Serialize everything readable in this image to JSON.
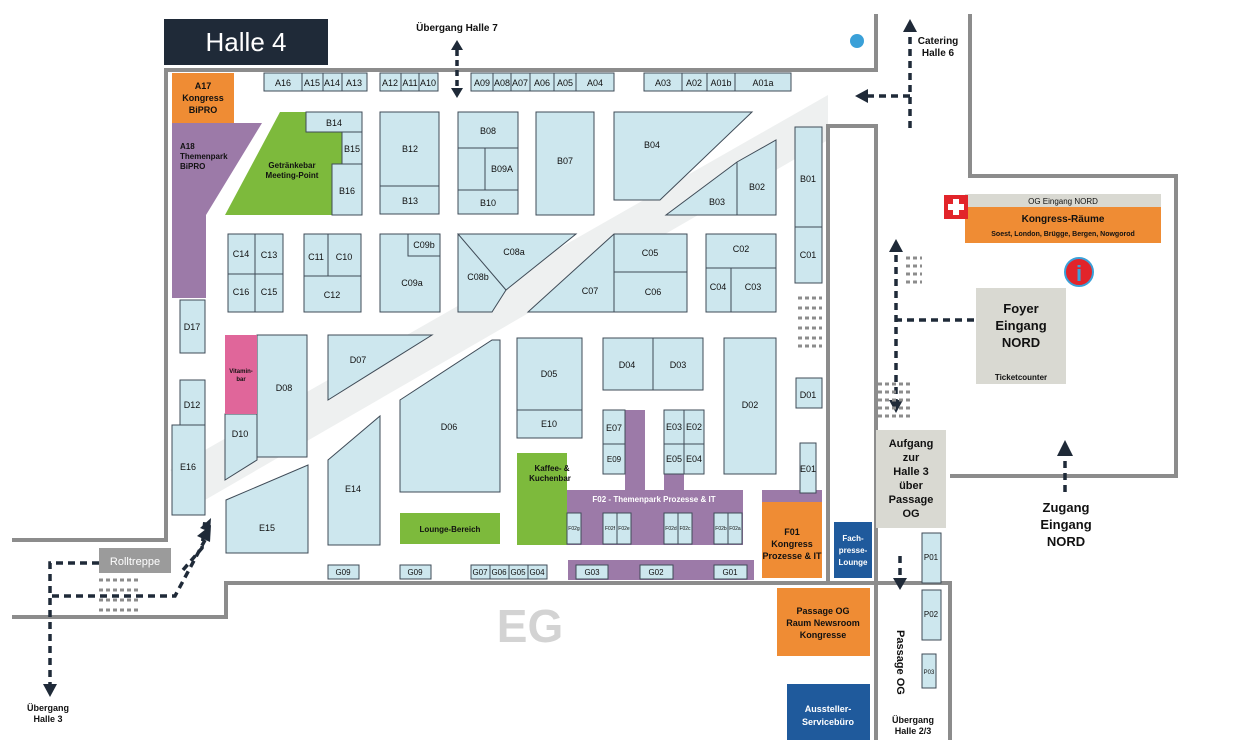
{
  "hall": {
    "title": "Halle 4",
    "floor": "EG"
  },
  "colors": {
    "booth": "#cde7ee",
    "navy": "#1f2a38",
    "purple": "#9c7aa8",
    "orange": "#ef8c34",
    "green": "#7dba3c",
    "pink": "#e0669a",
    "grey": "#d9d9d2",
    "blue": "#1f5a9c",
    "red": "#e2242a"
  },
  "labels": {
    "passage_h7": "Übergang Halle 7",
    "catering_1": "Catering",
    "catering_2": "Halle 6",
    "rolltreppe": "Rolltreppe",
    "passage_h3_1": "Übergang",
    "passage_h3_2": "Halle 3",
    "passage_og": "Passage OG",
    "passage_h23_1": "Übergang",
    "passage_h23_2": "Halle 2/3",
    "access_1": "Zugang",
    "access_2": "Eingang",
    "access_3": "NORD",
    "foyer_1": "Foyer",
    "foyer_2": "Eingang",
    "foyer_3": "NORD",
    "ticketcounter": "Ticketcounter",
    "og_entrance": "OG Eingang NORD",
    "kongress_rooms": "Kongress-Räume",
    "kongress_rooms_list": "Soest, London, Brügge, Bergen, Nowgorod",
    "aufgang_1": "Aufgang",
    "aufgang_2": "zur",
    "aufgang_3": "Halle 3",
    "aufgang_4": "über",
    "aufgang_5": "Passage",
    "aufgang_6": "OG",
    "a17_1": "A17",
    "a17_2": "Kongress",
    "a17_3": "BiPRO",
    "a18_1": "A18",
    "a18_2": "Themenpark",
    "a18_3": "BiPRO",
    "getraenke_1": "Getränkebar",
    "getraenke_2": "Meeting-Point",
    "vitamin_1": "Vitamin-",
    "vitamin_2": "bar",
    "kaffee_1": "Kaffee- &",
    "kaffee_2": "Kuchenbar",
    "lounge": "Lounge-Bereich",
    "f02_theme": "F02 - Themenpark Prozesse & IT",
    "f01_1": "F01",
    "f01_2": "Kongress",
    "f01_3": "Prozesse & IT",
    "fachpresse_1": "Fach-",
    "fachpresse_2": "presse-",
    "fachpresse_3": "Lounge",
    "passage_room_1": "Passage OG",
    "passage_room_2": "Raum Newsroom",
    "passage_room_3": "Kongresse",
    "service_1": "Aussteller-",
    "service_2": "Servicebüro",
    "info": "i"
  },
  "booths": {
    "A16": "A16",
    "A15": "A15",
    "A14": "A14",
    "A13": "A13",
    "A12": "A12",
    "A11": "A11",
    "A10": "A10",
    "A09": "A09",
    "A08": "A08",
    "A07": "A07",
    "A06": "A06",
    "A05": "A05",
    "A04": "A04",
    "A03": "A03",
    "A02": "A02",
    "A01b": "A01b",
    "A01a": "A01a",
    "B14": "B14",
    "B15": "B15",
    "B16": "B16",
    "B12": "B12",
    "B13": "B13",
    "B08": "B08",
    "B09A": "B09A",
    "B10": "B10",
    "B07": "B07",
    "B04": "B04",
    "B03": "B03",
    "B02": "B02",
    "B01": "B01",
    "C14": "C14",
    "C13": "C13",
    "C16": "C16",
    "C15": "C15",
    "C11": "C11",
    "C10": "C10",
    "C12": "C12",
    "C09b": "C09b",
    "C09a": "C09a",
    "C08a": "C08a",
    "C08b": "C08b",
    "C07": "C07",
    "C05": "C05",
    "C06": "C06",
    "C02": "C02",
    "C04": "C04",
    "C03": "C03",
    "C01": "C01",
    "D17": "D17",
    "D12": "D12",
    "D08": "D08",
    "D10": "D10",
    "D07": "D07",
    "D06": "D06",
    "D05": "D05",
    "E10": "E10",
    "D04": "D04",
    "D03": "D03",
    "D02": "D02",
    "D01": "D01",
    "E16": "E16",
    "E15": "E15",
    "E14": "E14",
    "E07": "E07",
    "E09": "E09",
    "E03": "E03",
    "E02": "E02",
    "E05": "E05",
    "E04": "E04",
    "E01": "E01",
    "F02g": "F02g",
    "F02f": "F02f",
    "F02e": "F02e",
    "F02d": "F02d",
    "F02c": "F02c",
    "F02b": "F02b",
    "F02a": "F02a",
    "G09a": "G09",
    "G09b": "G09",
    "G07": "G07",
    "G06": "G06",
    "G05": "G05",
    "G04": "G04",
    "G03": "G03",
    "G02": "G02",
    "G01": "G01",
    "P01": "P01",
    "P02": "P02",
    "P03": "P03"
  }
}
